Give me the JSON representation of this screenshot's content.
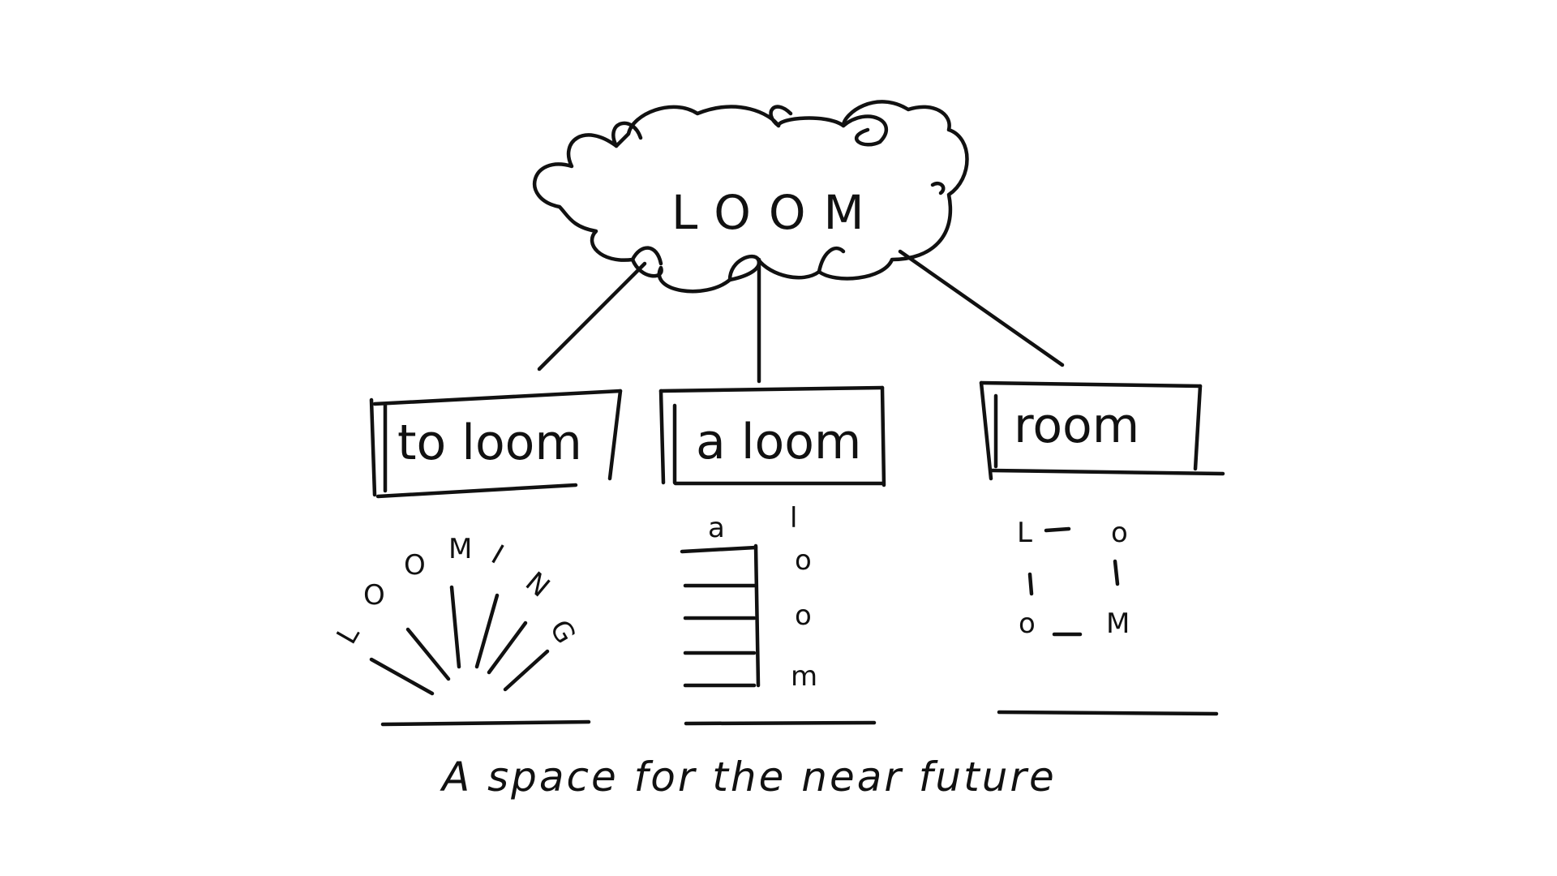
{
  "root": {
    "label": "LOOM"
  },
  "branches": [
    {
      "label": "to loom",
      "motif_letters": [
        "L",
        "O",
        "O",
        "M",
        "I",
        "N",
        "G"
      ]
    },
    {
      "label": "a loom",
      "motif_letters": [
        "a",
        "l",
        "o",
        "o",
        "m"
      ]
    },
    {
      "label": "room",
      "motif_letters": [
        "L",
        "o",
        "o",
        "M"
      ]
    }
  ],
  "caption": "A space for the near future",
  "colors": {
    "ink": "#111111",
    "paper": "#ffffff"
  }
}
